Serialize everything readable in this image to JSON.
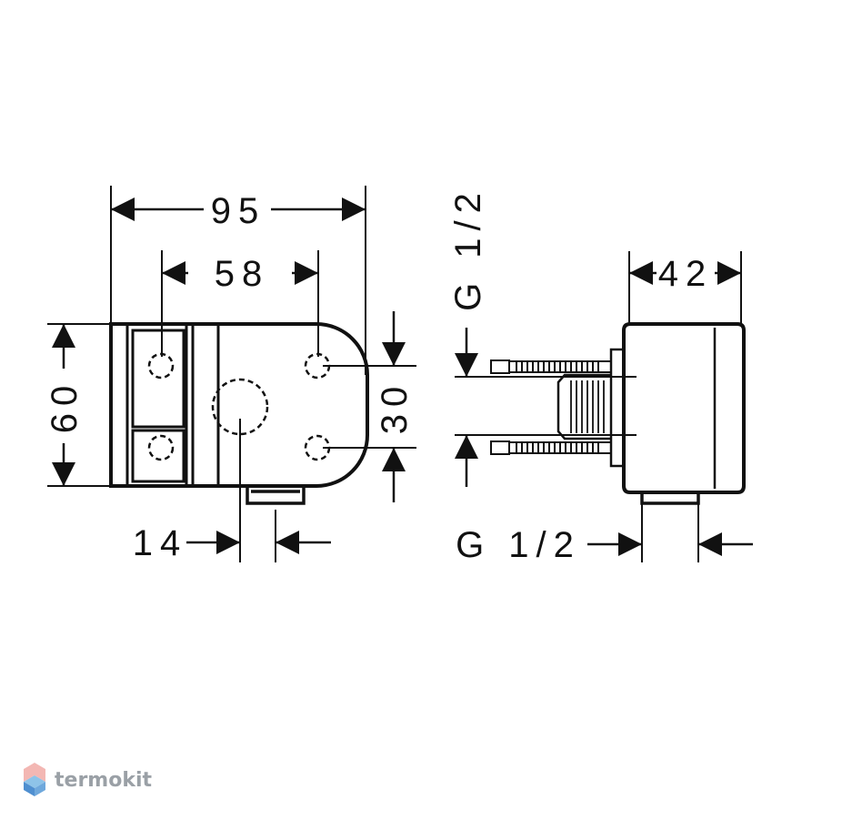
{
  "dimensions": {
    "overall_width": "95",
    "hole_spacing": "58",
    "height": "60",
    "vertical_spacing": "30",
    "outlet_offset": "14",
    "side_depth": "42",
    "thread_top": "G 1/2",
    "thread_bottom": "G 1/2"
  },
  "watermark": {
    "text": "termokit",
    "colors": {
      "light": "#f3b7b3",
      "mid": "#8ec3e8",
      "dark": "#4f8fd0"
    }
  },
  "colors": {
    "line": "#111111",
    "background": "#ffffff"
  }
}
